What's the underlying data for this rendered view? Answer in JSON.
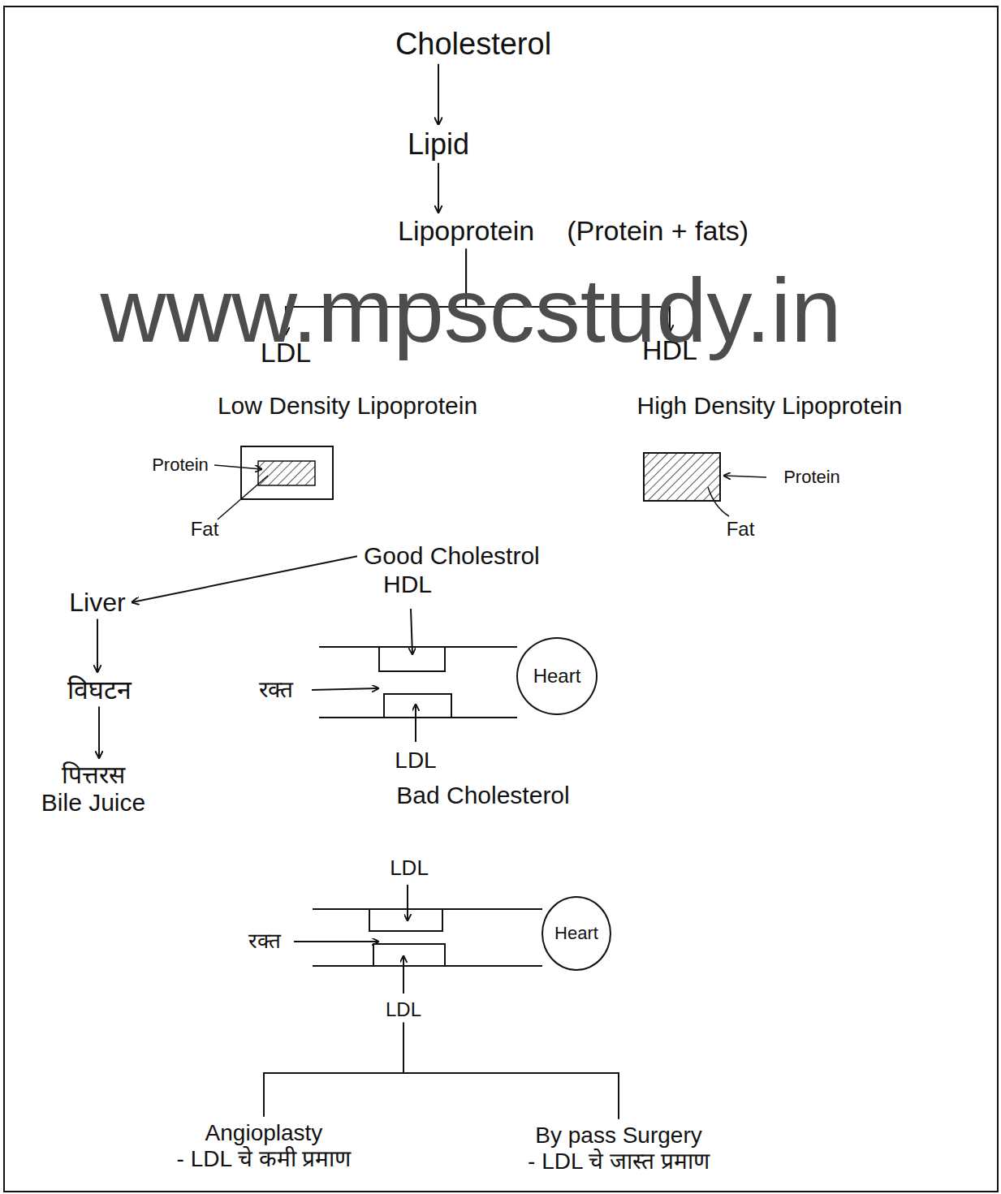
{
  "diagram": {
    "nodes": [
      {
        "text": [
          "Cholesterol"
        ]
      },
      {
        "text": [
          "Lipid"
        ]
      },
      {
        "text": [
          "Lipoprotein",
          "(Protein + fats)"
        ]
      },
      {
        "text": [
          "LDL"
        ]
      },
      {
        "text": [
          "HDL"
        ]
      },
      {
        "text": [
          "Good Cholestrol",
          "HDL"
        ]
      },
      {
        "text": [
          "Liver"
        ]
      },
      {
        "text": [
          "विघटन"
        ]
      },
      {
        "text": [
          "पित्तरस",
          "Bile Juice"
        ]
      },
      {
        "text": [
          "Heart"
        ]
      },
      {
        "text": [
          "Heart"
        ]
      },
      {
        "text": [
          "LDL"
        ]
      },
      {
        "text": [
          "Angioplasty",
          "- LDL चे कमी प्रमाण"
        ]
      },
      {
        "text": [
          "By pass Surgery",
          "- LDL चे जास्त प्रमाण"
        ]
      }
    ],
    "edges": [
      {
        "from": 0,
        "to": 1,
        "arrow": "to"
      },
      {
        "from": 1,
        "to": 2,
        "arrow": "to"
      },
      {
        "from": 2,
        "to": 3,
        "arrow": "to"
      },
      {
        "from": 2,
        "to": 4,
        "arrow": "to"
      },
      {
        "from": 5,
        "to": 6,
        "arrow": "to"
      },
      {
        "from": 6,
        "to": 7,
        "arrow": "to"
      },
      {
        "from": 7,
        "to": 8,
        "arrow": "to"
      },
      {
        "from": 11,
        "to": 12,
        "arrow": "none"
      },
      {
        "from": 11,
        "to": 13,
        "arrow": "none"
      }
    ],
    "labels": [
      "www.mpscstudy.in",
      "Low Density Lipoprotein",
      "High Density Lipoprotein",
      "Protein",
      "Fat",
      "Protein",
      "Fat",
      "रक्त",
      "LDL",
      "Bad Cholesterol",
      "LDL",
      "रक्त"
    ]
  }
}
